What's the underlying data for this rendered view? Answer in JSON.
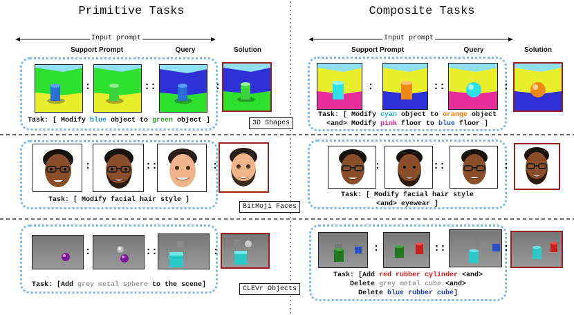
{
  "headers": {
    "primitive": "Primitive Tasks",
    "composite": "Composite Tasks"
  },
  "arrow_label": "Input prompt",
  "columns": {
    "support": "Support Prompt",
    "query": "Query",
    "solution": "Solution"
  },
  "separators": {
    "single": ":",
    "double": "::"
  },
  "rows": {
    "shapes": {
      "tag": "3D Shapes",
      "primitive_task": {
        "pre": "Task: [ Modify ",
        "w1": "blue",
        "mid": " object to ",
        "w2": "green",
        "post": " object ]"
      },
      "composite_task": {
        "l1_pre": "Task: [ Modify ",
        "l1_w1": "cyan",
        "l1_mid": " object to ",
        "l1_w2": "orange",
        "l1_post": " object",
        "l2_pre": "<and> Modify ",
        "l2_w1": "pink",
        "l2_mid": " floor to ",
        "l2_w2": "blue",
        "l2_post": " floor ]"
      }
    },
    "faces": {
      "tag": "BitMoji Faces",
      "primitive_task": "Task: [ Modify facial hair style ]",
      "composite_task": {
        "l1": "Task: [ Modify facial hair style",
        "l2": "<and> eyewear ]"
      }
    },
    "clevr": {
      "tag": "CLEVr Objects",
      "primitive_task": {
        "pre": "Task: [Add ",
        "w1": "grey metal sphere",
        "post": " to the scene]"
      },
      "composite_task": {
        "l1_pre": "Task: [Add ",
        "l1_w1": "red rubber cylinder",
        "l1_post": " <and>",
        "l2_pre": "Delete ",
        "l2_w1": "grey metal cube",
        "l2_post": " <and>",
        "l3_pre": "Delete ",
        "l3_w1": "blue rubber cube",
        "l3_post": "]"
      }
    }
  },
  "colors": {
    "dotted_border": "#7db8e8",
    "solution_border": "#9b1c1c",
    "keyword_blue": "#1f8fd6",
    "keyword_green": "#2aa12a"
  }
}
